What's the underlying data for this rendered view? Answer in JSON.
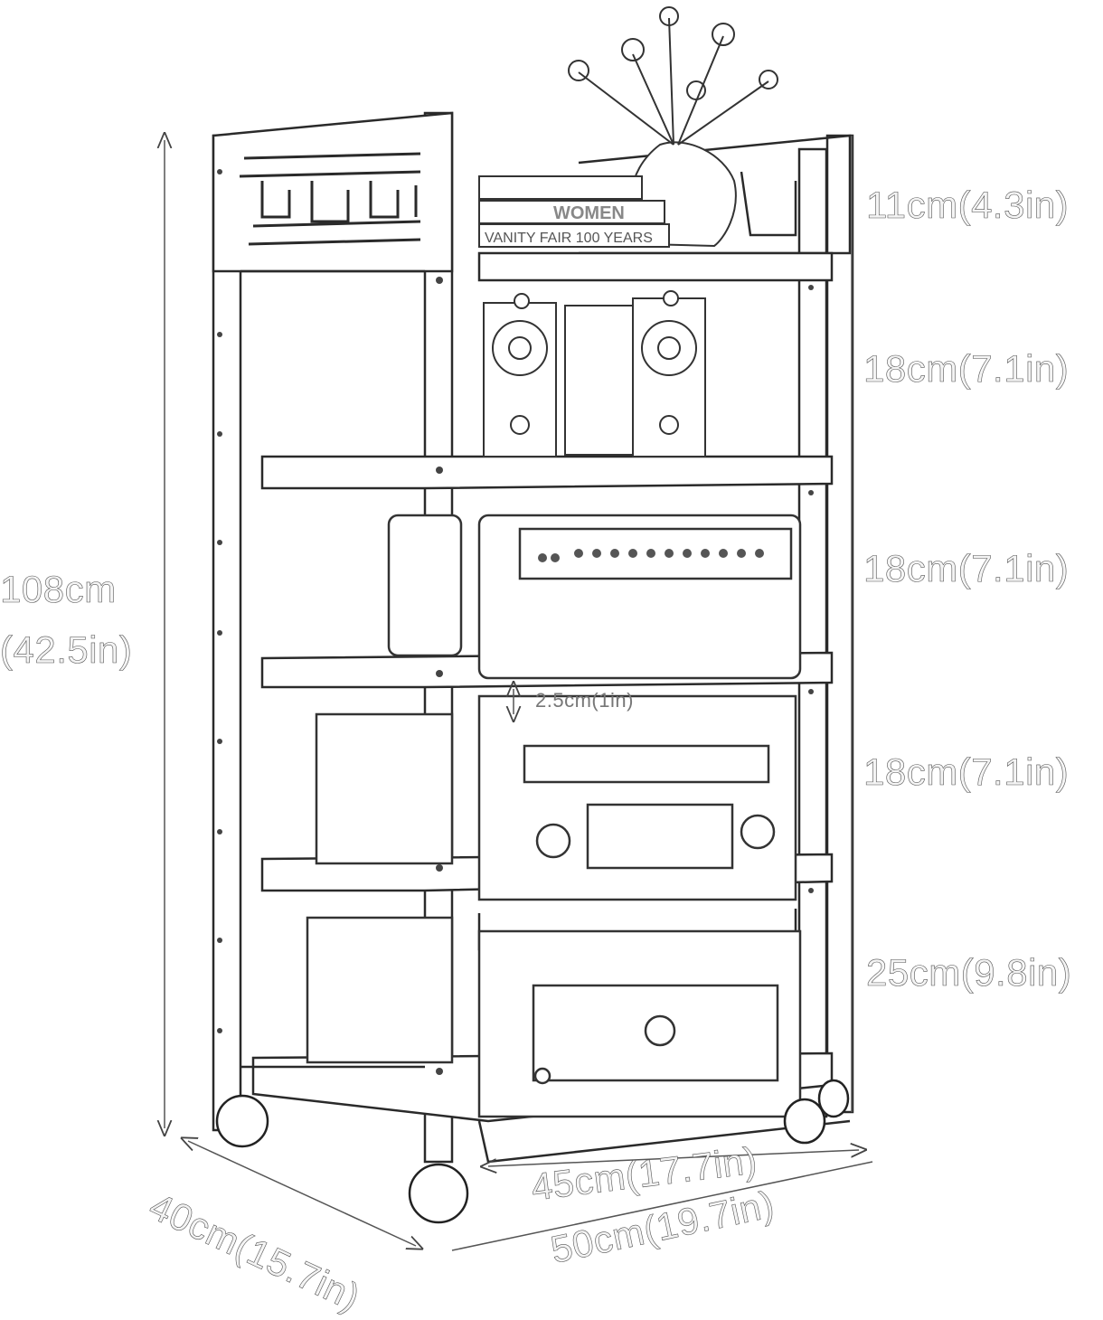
{
  "diagram": {
    "subject": "5-tier wooden audio rack on casters",
    "dimensions": {
      "total_height_cm": "108cm",
      "total_height_in": "(42.5in)",
      "shelf_gaps": [
        {
          "label": "11cm(4.3in)"
        },
        {
          "label": "18cm(7.1in)"
        },
        {
          "label": "18cm(7.1in)"
        },
        {
          "label": "18cm(7.1in)"
        },
        {
          "label": "25cm(9.8in)"
        }
      ],
      "shelf_thickness": "2.5cm(1in)",
      "depth": "40cm(15.7in)",
      "inner_width": "45cm(17.7in)",
      "outer_width": "50cm(19.7in)"
    },
    "props": {
      "books": [
        "WOMEN",
        "VANITY FAIR 100 YEARS"
      ],
      "items": [
        "vase with flowers",
        "books",
        "bookshelf speakers",
        "guitar amplifier head",
        "AV receiver",
        "power amplifier"
      ]
    },
    "colors": {
      "line": "#2a2a2a",
      "label": "#7a7a7a",
      "background": "#ffffff"
    }
  }
}
